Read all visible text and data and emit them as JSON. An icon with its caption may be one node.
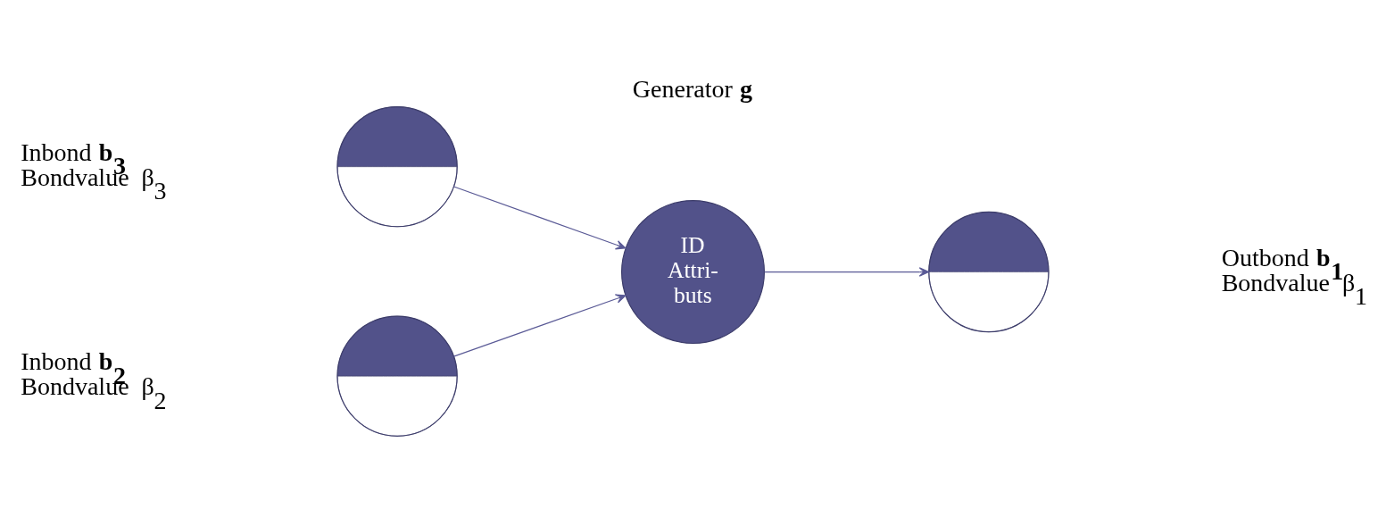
{
  "diagram": {
    "nodes": [
      {
        "text": [
          "ID Attri- buts"
        ],
        "beside": [
          "Generator **g**"
        ]
      },
      {
        "text": [],
        "shape": "semicircle",
        "beside": [
          "Outbond **b$_{1}$**",
          "Bondvalue  β$_{1}$"
        ]
      },
      {
        "text": [],
        "shape": "semicircle",
        "beside": [
          "Inbond **b$_{3}$**",
          "Bondvalue  β$_{3}$"
        ]
      },
      {
        "text": [],
        "shape": "semicircle",
        "beside": [
          "Inbond **b$_{2}$**",
          "Bondvalue  β$_{2}$"
        ]
      }
    ],
    "edges": [
      {
        "from": 0,
        "to": 1,
        "arrow": "to"
      },
      {
        "from": 2,
        "to": 0,
        "arrow": "to"
      },
      {
        "from": 3,
        "to": 0,
        "arrow": "to"
      }
    ]
  }
}
